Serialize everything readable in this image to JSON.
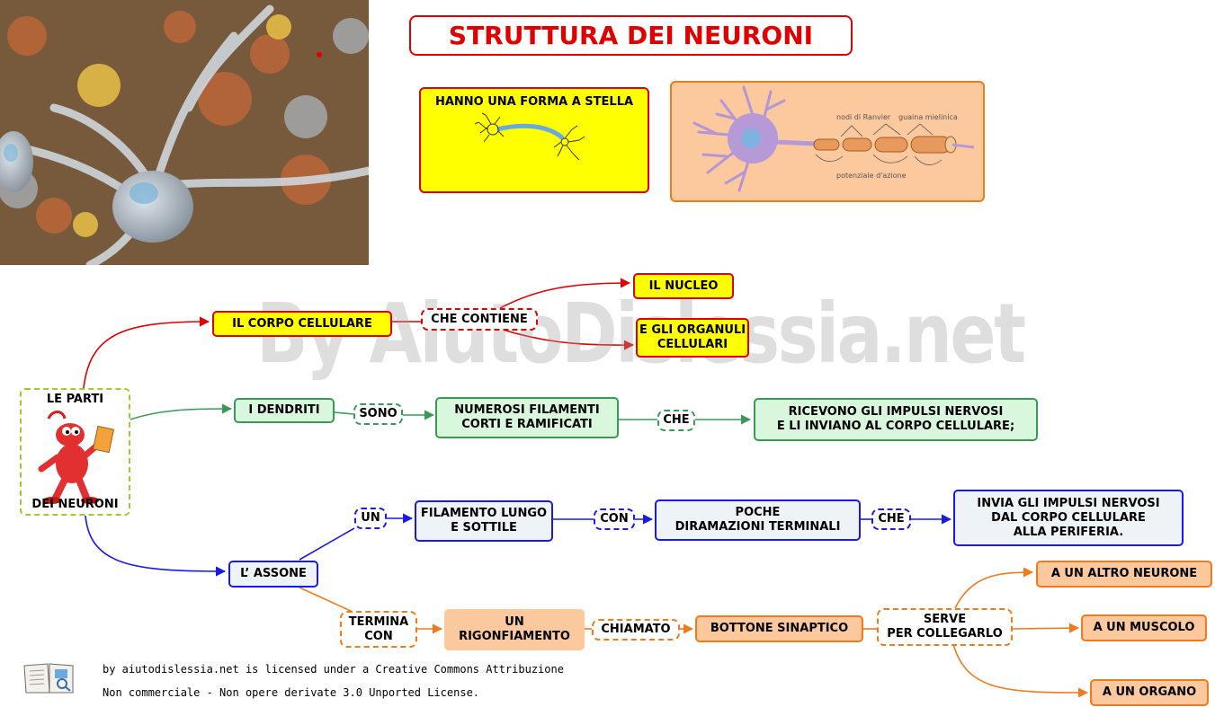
{
  "title": "STRUTTURA DEI NEURONI",
  "watermark": "By AiutoDislessia.net",
  "star_shape": {
    "label": "HANNO UNA FORMA A STELLA"
  },
  "neuron_diagram": {
    "label_ranvier": "nodi di Ranvier",
    "label_myelin": "guaina mielinica",
    "label_potential": "potenziale d'azione"
  },
  "root": {
    "top": "LE PARTI",
    "bottom": "DEI NEURONI"
  },
  "body_branch": {
    "node": "IL  CORPO CELLULARE",
    "connector": "CHE CONTIENE",
    "nucleus": "IL NUCLEO",
    "organelles": "E GLI ORGANULI\nCELLULARI"
  },
  "dendrites_branch": {
    "node": "I DENDRITI",
    "connector1": "SONO",
    "description": "NUMEROSI FILAMENTI\nCORTI E RAMIFICATI",
    "connector2": "CHE",
    "function": "RICEVONO GLI IMPULSI NERVOSI\nE LI INVIANO  AL CORPO CELLULARE;"
  },
  "axon_branch": {
    "node": "L’ ASSONE",
    "connector1": "UN",
    "description": "FILAMENTO LUNGO\nE SOTTILE",
    "connector2": "CON",
    "branches": "POCHE\nDIRAMAZIONI TERMINALI",
    "connector3": "CHE",
    "function": "INVIA GLI IMPULSI NERVOSI\nDAL CORPO CELLULARE\nALLA PERIFERIA."
  },
  "terminal_branch": {
    "connector1": "TERMINA\nCON",
    "swelling": "UN\nRIGONFIAMENTO",
    "connector2": "CHIAMATO",
    "button": "BOTTONE SINAPTICO",
    "connector3": "SERVE\nPER COLLEGARLO",
    "targets": [
      "A UN ALTRO NEURONE",
      "A UN MUSCOLO",
      "A UN ORGANO"
    ]
  },
  "license": {
    "line1": "by aiutodislessia.net is licensed under a Creative Commons Attribuzione",
    "line2": "Non commerciale - Non opere derivate 3.0 Unported License."
  },
  "colors": {
    "red": "#e00000",
    "green": "#3a9a55",
    "blue": "#1a1ae6",
    "orange": "#f07a1c",
    "yellow": "#ffff00"
  }
}
